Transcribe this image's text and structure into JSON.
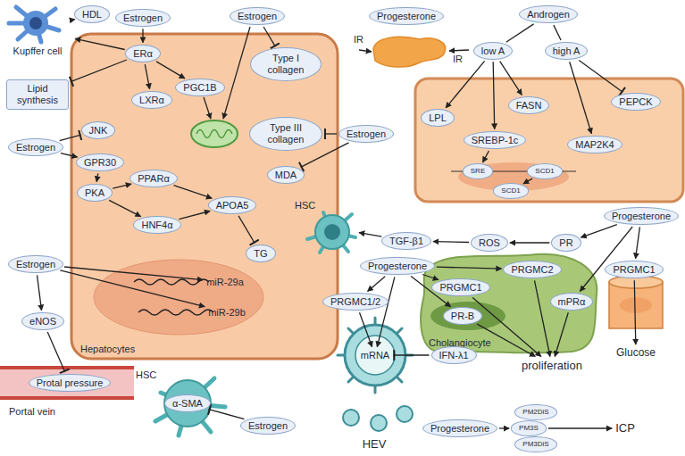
{
  "diagram": {
    "nodes": [
      {
        "text": [
          "Kupffer cell"
        ]
      },
      {
        "text": [
          "HDL"
        ]
      },
      {
        "text": [
          "Estrogen"
        ]
      },
      {
        "text": [
          "Hepatocytes"
        ]
      },
      {
        "text": [
          "ERα"
        ],
        "in": 3
      },
      {
        "text": [
          "PGC1B"
        ],
        "in": 3
      },
      {
        "text": [
          "LXRα"
        ],
        "in": 3
      },
      {
        "text": [
          "Lipid synthesis"
        ]
      },
      {
        "text": [
          "Estrogen"
        ]
      },
      {
        "text": [
          "Type I collagen"
        ],
        "in": 3
      },
      {
        "text": [
          "Estrogen"
        ]
      },
      {
        "text": [
          "JNK"
        ],
        "in": 3
      },
      {
        "text": [
          "GPR30"
        ],
        "in": 3
      },
      {
        "text": [
          "PKA"
        ],
        "in": 3
      },
      {
        "text": [
          "PPARα"
        ],
        "in": 3
      },
      {
        "text": [
          "HNF4α"
        ],
        "in": 3
      },
      {
        "text": [
          "APOA5"
        ],
        "in": 3
      },
      {
        "text": [
          "TG"
        ],
        "in": 3
      },
      {
        "text": [
          "Type III collagen"
        ],
        "in": 3
      },
      {
        "text": [
          "Estrogen"
        ]
      },
      {
        "text": [
          "MDA"
        ],
        "in": 3
      },
      {
        "text": [
          "Estrogen"
        ]
      },
      {
        "text": [
          "miR-29a"
        ],
        "in": 3
      },
      {
        "text": [
          "miR-29b"
        ],
        "in": 3
      },
      {
        "text": [
          "eNOS"
        ]
      },
      {
        "text": [
          "Portal vein"
        ]
      },
      {
        "text": [
          "Protal pressure"
        ],
        "in": 25
      },
      {
        "text": [
          "HSC"
        ]
      },
      {
        "text": [
          "α-SMA"
        ],
        "in": 27
      },
      {
        "text": [
          "Estrogen"
        ]
      },
      {
        "text": [
          "Progesterone"
        ]
      },
      {
        "text": [
          "Androgen"
        ]
      },
      {
        "text": [
          "low A"
        ]
      },
      {
        "text": [
          "high A"
        ]
      },
      {
        "text": [
          "LPL"
        ]
      },
      {
        "text": [
          "FASN"
        ]
      },
      {
        "text": [
          "SREBP-1c"
        ]
      },
      {
        "text": [
          "PEPCK"
        ]
      },
      {
        "text": [
          "MAP2K4"
        ]
      },
      {
        "text": [
          "SRE"
        ]
      },
      {
        "text": [
          "SCD1"
        ]
      },
      {
        "text": [
          "SCD1"
        ]
      },
      {
        "text": [
          "HSC"
        ]
      },
      {
        "text": [
          "TGF-β1"
        ]
      },
      {
        "text": [
          "ROS"
        ]
      },
      {
        "text": [
          "PR"
        ]
      },
      {
        "text": [
          "Progesterone"
        ]
      },
      {
        "text": [
          "Progesterone"
        ]
      },
      {
        "text": [
          "Cholangiocyte"
        ]
      },
      {
        "text": [
          "PRGMC2"
        ],
        "in": 48
      },
      {
        "text": [
          "mPRα"
        ],
        "in": 48
      },
      {
        "text": [
          "PRGMC1"
        ],
        "in": 48
      },
      {
        "text": [
          "PR-B"
        ],
        "in": 48
      },
      {
        "text": [
          "PRGMC1/2"
        ]
      },
      {
        "text": [
          "HEV"
        ]
      },
      {
        "text": [
          "mRNA"
        ],
        "in": 54
      },
      {
        "text": [
          "IFN-λ1"
        ]
      },
      {
        "text": [
          "proliferation"
        ]
      },
      {
        "text": [
          "PRGMC1"
        ]
      },
      {
        "text": [
          "Glucose"
        ]
      },
      {
        "text": [
          "Progesterone"
        ]
      },
      {
        "text": [
          "PM2DiS"
        ]
      },
      {
        "text": [
          "PM3S"
        ]
      },
      {
        "text": [
          "PM3DiS"
        ]
      },
      {
        "text": [
          "ICP"
        ]
      }
    ],
    "edges": [
      {
        "from": 4,
        "to": 0,
        "arrow": "to"
      },
      {
        "from": 1,
        "to": 0,
        "arrow": "to"
      },
      {
        "from": 2,
        "to": 4,
        "arrow": "to"
      },
      {
        "from": 4,
        "to": 5,
        "arrow": "to"
      },
      {
        "from": 4,
        "to": 6,
        "arrow": "to"
      },
      {
        "from": 4,
        "to": 7,
        "arrow": "to"
      },
      {
        "from": 8,
        "to": 9,
        "arrow": "to"
      },
      {
        "from": 10,
        "to": 11,
        "arrow": "to"
      },
      {
        "from": 10,
        "to": 12,
        "arrow": "to"
      },
      {
        "from": 12,
        "to": 13,
        "arrow": "to"
      },
      {
        "from": 13,
        "to": 14,
        "arrow": "to"
      },
      {
        "from": 13,
        "to": 15,
        "arrow": "to"
      },
      {
        "from": 14,
        "to": 16,
        "arrow": "to"
      },
      {
        "from": 15,
        "to": 16,
        "arrow": "to"
      },
      {
        "from": 16,
        "to": 17,
        "arrow": "to"
      },
      {
        "from": 19,
        "to": 18,
        "arrow": "to"
      },
      {
        "from": 19,
        "to": 20,
        "arrow": "to"
      },
      {
        "from": 21,
        "to": 22,
        "arrow": "to"
      },
      {
        "from": 21,
        "to": 23,
        "arrow": "to"
      },
      {
        "from": 21,
        "to": 24,
        "arrow": "to"
      },
      {
        "from": 24,
        "to": 26,
        "arrow": "to"
      },
      {
        "from": 29,
        "to": 28,
        "arrow": "to"
      },
      {
        "from": 31,
        "to": 32,
        "arrow": "none"
      },
      {
        "from": 31,
        "to": 33,
        "arrow": "none"
      },
      {
        "from": 32,
        "to": 34,
        "arrow": "to"
      },
      {
        "from": 32,
        "to": 35,
        "arrow": "to"
      },
      {
        "from": 32,
        "to": 36,
        "arrow": "to"
      },
      {
        "from": 33,
        "to": 37,
        "arrow": "to"
      },
      {
        "from": 33,
        "to": 38,
        "arrow": "to"
      },
      {
        "from": 36,
        "to": 39,
        "arrow": "to"
      },
      {
        "from": 40,
        "to": 41,
        "arrow": "to"
      },
      {
        "from": 46,
        "to": 45,
        "arrow": "to"
      },
      {
        "from": 45,
        "to": 44,
        "arrow": "to"
      },
      {
        "from": 44,
        "to": 43,
        "arrow": "to"
      },
      {
        "from": 43,
        "to": 42,
        "arrow": "to"
      },
      {
        "from": 46,
        "to": 50,
        "arrow": "to"
      },
      {
        "from": 46,
        "to": 58,
        "arrow": "to"
      },
      {
        "from": 58,
        "to": 59,
        "arrow": "to"
      },
      {
        "from": 47,
        "to": 53,
        "arrow": "to"
      },
      {
        "from": 47,
        "to": 49,
        "arrow": "to"
      },
      {
        "from": 47,
        "to": 51,
        "arrow": "to"
      },
      {
        "from": 47,
        "to": 52,
        "arrow": "to"
      },
      {
        "from": 47,
        "to": 55,
        "arrow": "to"
      },
      {
        "from": 53,
        "to": 55,
        "arrow": "to"
      },
      {
        "from": 56,
        "to": 55,
        "arrow": "to"
      },
      {
        "from": 49,
        "to": 57,
        "arrow": "to"
      },
      {
        "from": 50,
        "to": 57,
        "arrow": "to"
      },
      {
        "from": 51,
        "to": 57,
        "arrow": "to"
      },
      {
        "from": 52,
        "to": 57,
        "arrow": "to"
      },
      {
        "from": 60,
        "to": 62,
        "arrow": "to"
      },
      {
        "from": 62,
        "to": 64,
        "arrow": "to"
      }
    ],
    "labels": [
      "IR",
      "IR"
    ]
  }
}
